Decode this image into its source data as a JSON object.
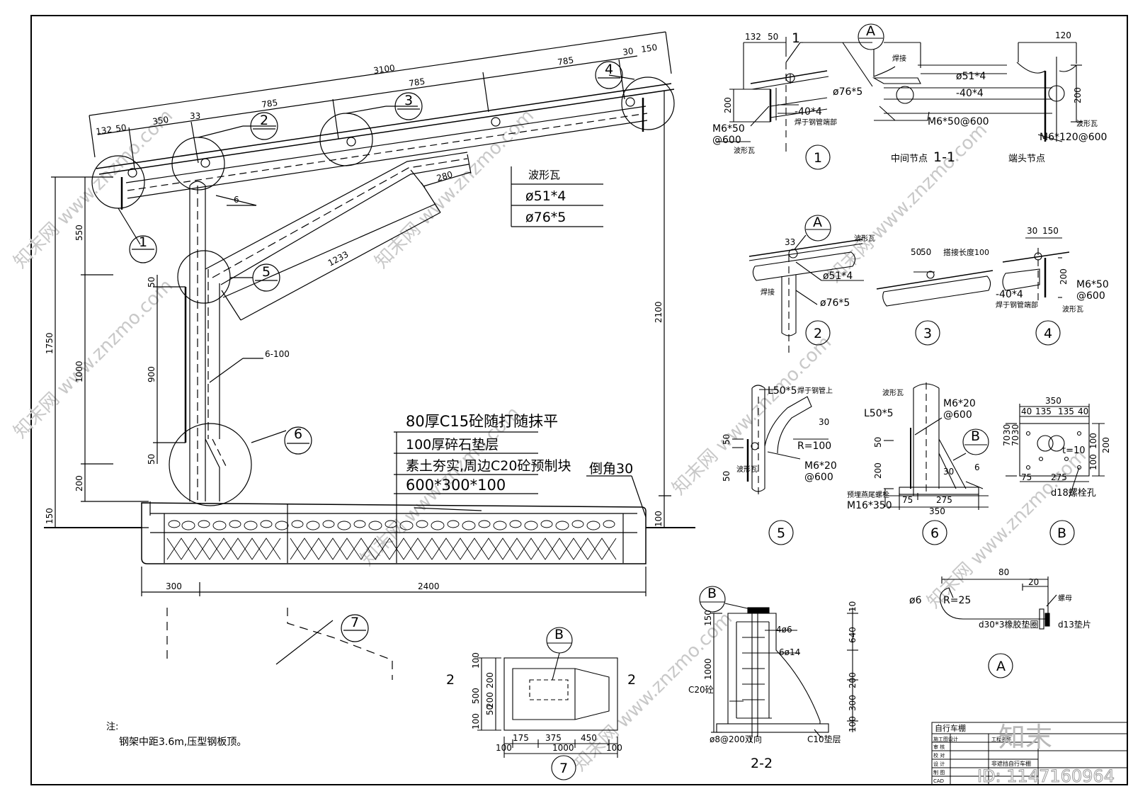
{
  "main": {
    "dims": {
      "d3100": "3100",
      "d785a": "785",
      "d785b": "785",
      "d785c": "785",
      "d30": "30",
      "d150": "150",
      "d132": "132",
      "d50": "50",
      "d350": "350",
      "d33": "33",
      "d550": "550",
      "d1750": "1750",
      "d1000": "1000",
      "d900": "900",
      "d50a": "50",
      "d50b": "50",
      "d200": "200",
      "d150b": "150",
      "d280": "280",
      "d1233": "1233",
      "d2100": "2100",
      "d100": "100",
      "d300": "300",
      "d2400": "2400",
      "weld6": "6",
      "weld6100": "6-100"
    },
    "callouts": {
      "c1": "1",
      "c2": "2",
      "c3": "3",
      "c4": "4",
      "c5": "5",
      "c6": "6",
      "c7": "7"
    },
    "legend": {
      "roof": "波形瓦",
      "pipe1": "ø51*4",
      "pipe2": "ø76*5"
    },
    "notes": {
      "n1": "80厚C15砼随打随抹平",
      "n2": "100厚碎石垫层",
      "n3": "素土夯实,周边C20砼预制块",
      "n4": "600*300*100",
      "chamfer": "倒角30"
    },
    "footnote": {
      "title": "注:",
      "body": "钢架中距3.6m,压型钢板顶。"
    }
  },
  "detail1": {
    "mark": "A",
    "num": "1",
    "section": "1-1",
    "d132": "132",
    "d50": "50",
    "d200": "200",
    "d120": "120",
    "d200r": "200",
    "m650": "M6*50",
    "at600": "@600",
    "roof": "波形瓦",
    "plate": "-40*4",
    "weld_note": "焊于钢管端部",
    "pipe76": "ø76*5",
    "pipe51": "ø51*4",
    "plate2": "-40*4",
    "weld": "焊接",
    "bolt": "M6*50@600",
    "bolt2": "M6*120@600",
    "roof2": "波形瓦",
    "mid": "中间节点",
    "end": "端头节点",
    "one": "1"
  },
  "detail2": {
    "d33": "33",
    "mark": "A",
    "roof": "波形瓦",
    "pipe51": "ø51*4",
    "pipe76": "ø76*5",
    "weld": "焊接",
    "num": "2"
  },
  "detail3": {
    "d50a": "50",
    "d50b": "50",
    "splice": "搭接长度100",
    "num": "3"
  },
  "detail4": {
    "d30": "30",
    "d150": "150",
    "d200": "200",
    "bolt": "M6*50",
    "at": "@600",
    "plate": "-40*4",
    "weld_note": "焊于钢管端部",
    "roof": "波形瓦",
    "num": "4"
  },
  "detail5": {
    "angle": "L50*5",
    "angle_note": "焊于钢管上",
    "d30": "30",
    "r": "R=100",
    "d50": "50",
    "d50b": "50",
    "bolt": "M6*20",
    "at": "@600",
    "roof": "波形瓦",
    "num": "5"
  },
  "detail6": {
    "roof": "波形瓦",
    "bolt": "M6*20",
    "at": "@600",
    "angle": "L50*5",
    "d50": "50",
    "d200": "200",
    "mark": "B",
    "d30": "30",
    "w6": "6",
    "anchor_note": "预埋燕尾螺栓",
    "anchor": "M16*350",
    "d75": "75",
    "d275": "275",
    "d350": "350",
    "num": "6"
  },
  "detailB": {
    "d350": "350",
    "d40": "40",
    "d135a": "135",
    "d135b": "135",
    "d40b": "40",
    "t": "t=10",
    "d30": "30",
    "d70": "70",
    "d30b": "30",
    "d70b": "70",
    "d100": "100",
    "d100b": "100",
    "d200": "200",
    "d75": "75",
    "d275": "275",
    "hole": "d18螺栓孔",
    "num": "B"
  },
  "detailA": {
    "d80": "80",
    "d20": "20",
    "phi6": "ø6",
    "r": "R=25",
    "washer": "d30*3橡胶垫圈",
    "nut": "螺母",
    "washer2": "d13垫片",
    "num": "A"
  },
  "detail7": {
    "mark": "B",
    "sec2a": "2",
    "sec2b": "2",
    "d100a": "100",
    "d500": "500",
    "d100b": "100",
    "d200a": "200",
    "d50": "50",
    "d200b": "200",
    "d175": "175",
    "d375": "375",
    "d450": "450",
    "d100c": "100",
    "d1000": "1000",
    "d100d": "100",
    "num": "7"
  },
  "section22": {
    "mark": "B",
    "d150": "150",
    "d10": "10",
    "d640": "640",
    "d1000": "1000",
    "d200": "200",
    "d300": "300",
    "d100": "100",
    "r1": "4ø6",
    "r2": "6ø14",
    "conc": "C20砼",
    "stirrup": "ø8@200双向",
    "pad": "C10垫层",
    "title": "2-2"
  },
  "titleblock": {
    "project": "自行车棚",
    "r1": "施工图设计",
    "r2": "审 核",
    "r3": "校 对",
    "r4": "设 计",
    "r5": "制 图",
    "r6": "CAD",
    "drawing": "非遮挡自行车棚",
    "unit": "工程名称",
    "brand": "知末",
    "id": "ID: 1147160964"
  }
}
